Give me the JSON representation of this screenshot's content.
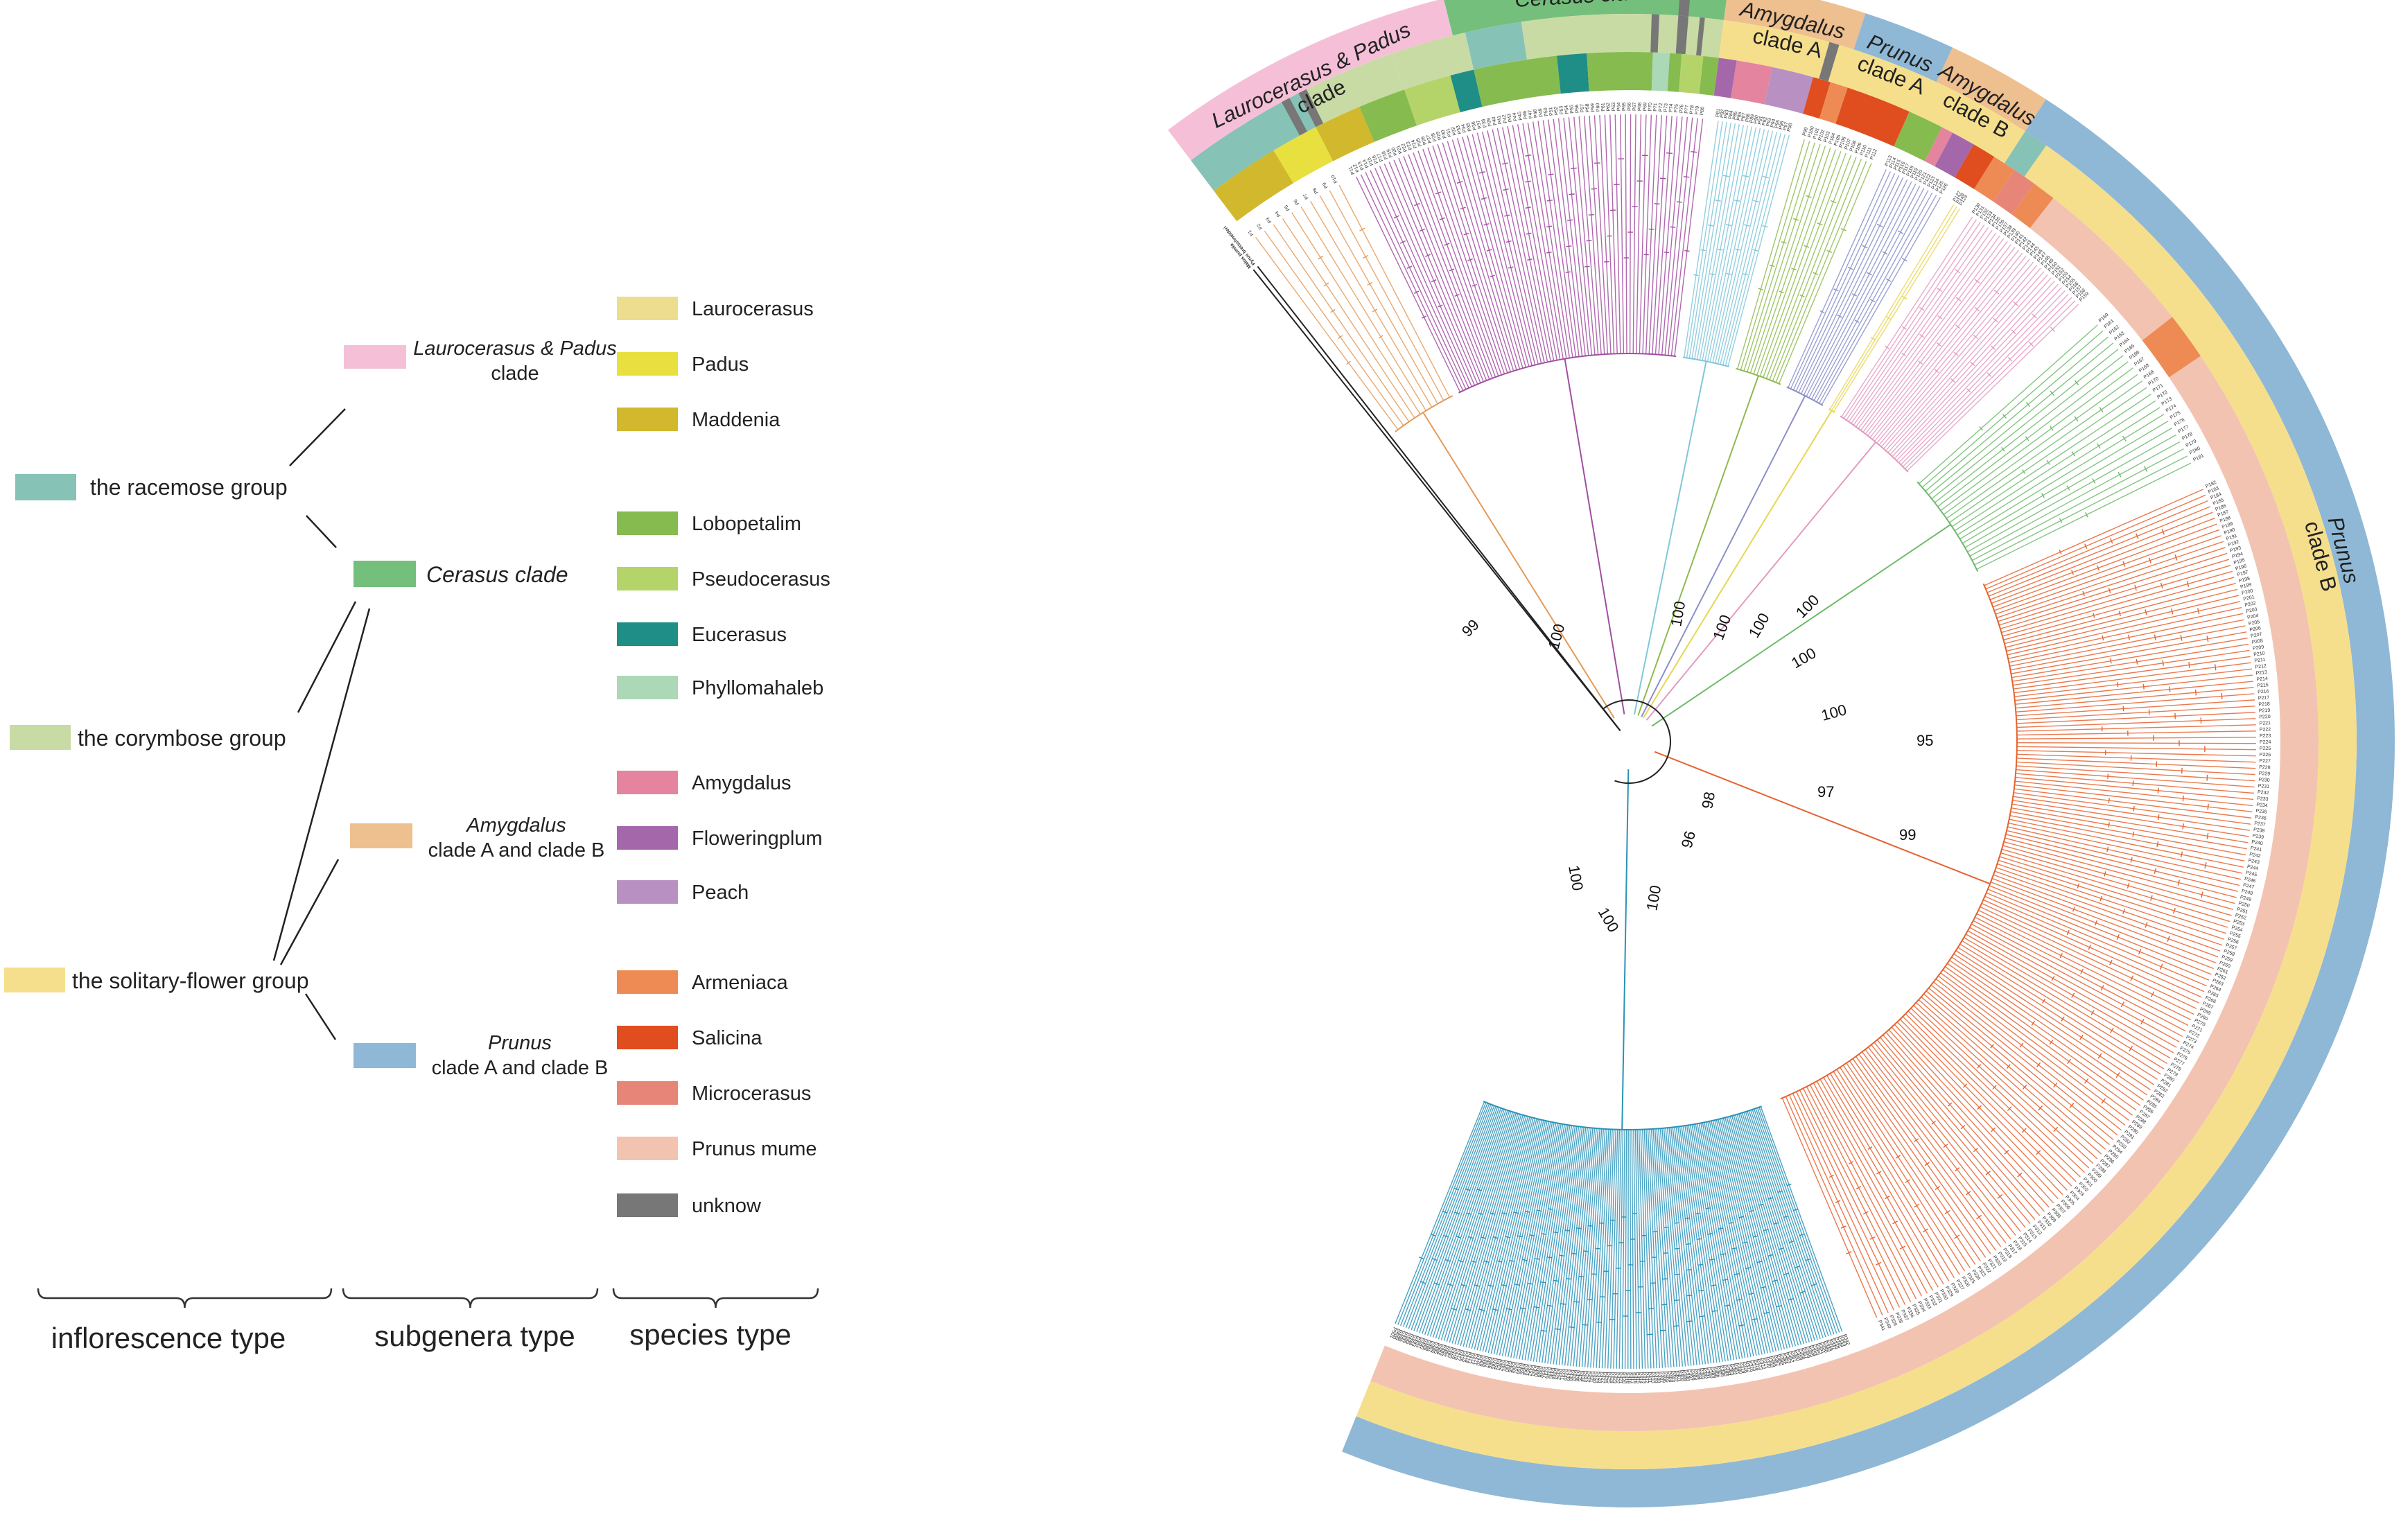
{
  "legend": {
    "inflorescence": [
      {
        "id": "racemose",
        "label": "the racemose group",
        "color": "#86c2b6"
      },
      {
        "id": "corymbose",
        "label": "the corymbose group",
        "color": "#c8dba5"
      },
      {
        "id": "solitary",
        "label": "the solitary-flower group",
        "color": "#f6df8c"
      }
    ],
    "subgenera": [
      {
        "id": "laurocerasus-padus",
        "name": "Laurocerasus & Padus",
        "suffix": "clade",
        "color": "#f5c0d7"
      },
      {
        "id": "cerasus",
        "name": "Cerasus clade",
        "suffix": "",
        "color": "#74bf7b"
      },
      {
        "id": "amygdalus",
        "name": "Amygdalus",
        "suffix": "clade A and clade B",
        "color": "#eebf8f"
      },
      {
        "id": "prunus",
        "name": "Prunus",
        "suffix": "clade A and clade B",
        "color": "#8fb8d6"
      }
    ],
    "species": [
      {
        "id": "laurocerasus",
        "label": "Laurocerasus",
        "color": "#ecdd8f"
      },
      {
        "id": "padus",
        "label": "Padus",
        "color": "#e8e03e"
      },
      {
        "id": "maddenia",
        "label": "Maddenia",
        "color": "#d2b82c"
      },
      {
        "id": "lobopetalim",
        "label": "Lobopetalim",
        "color": "#86bb4f"
      },
      {
        "id": "pseudocerasus",
        "label": "Pseudocerasus",
        "color": "#b4d46a"
      },
      {
        "id": "eucerasus",
        "label": "Eucerasus",
        "color": "#1f8e86"
      },
      {
        "id": "phyllomahaleb",
        "label": "Phyllomahaleb",
        "color": "#abd8b6"
      },
      {
        "id": "amygdalus-sp",
        "label": "Amygdalus",
        "color": "#e4849f"
      },
      {
        "id": "floweringplum",
        "label": "Floweringplum",
        "color": "#a468aa"
      },
      {
        "id": "peach",
        "label": "Peach",
        "color": "#b890c2"
      },
      {
        "id": "armeniaca",
        "label": "Armeniaca",
        "color": "#ee8b55"
      },
      {
        "id": "salicina",
        "label": "Salicina",
        "color": "#e04d1e"
      },
      {
        "id": "microcerasus",
        "label": "Microcerasus",
        "color": "#e78578"
      },
      {
        "id": "prunus-mume",
        "label": "Prunus mume",
        "color": "#f3c3b1"
      },
      {
        "id": "unknow",
        "label": "unknow",
        "color": "#777777"
      }
    ],
    "category_headings": {
      "inflorescence": "inflorescence type",
      "subgenera": "subgenera type",
      "species": "species type"
    }
  },
  "tree": {
    "outer_ring_labels": [
      {
        "id": "laurocerasus-padus",
        "text": "Laurocerasus & Padus",
        "italic_part": "Laurocerasus & Padus",
        "line2": "clade"
      },
      {
        "id": "cerasus",
        "text": "Cerasus clade"
      },
      {
        "id": "amygdalus-a",
        "text": "Amygdalus",
        "line2": "clade A"
      },
      {
        "id": "prunus-a",
        "text": "Prunus",
        "line2": "clade A"
      },
      {
        "id": "amygdalus-b",
        "text": "Amygdalus",
        "line2": "clade B"
      },
      {
        "id": "prunus-b",
        "text": "Prunus",
        "line2": "clade B"
      }
    ],
    "bootstrap_values": [
      "99",
      "100",
      "100",
      "100",
      "100",
      "100",
      "100",
      "100",
      "95",
      "97",
      "99",
      "100",
      "100",
      "100",
      "98",
      "96"
    ],
    "outgroup_labels": [
      "Malus pumila",
      "Pyrus bretschneideri"
    ],
    "branch_colors": {
      "outgroup": "#222222",
      "laurocerasus-padus": "#e49a57",
      "cerasus": "#a14ea0",
      "amygdalus-a": "#80c7d8",
      "prunus-a": "#8fbb4e",
      "amygdalus-b": "#8b8fc8",
      "yellow": "#e8d650",
      "pink": "#e39ac1",
      "green": "#6dbb6a",
      "prunus-b": "#e5622e",
      "blue": "#2a92b8"
    },
    "tip_prefix": "P"
  }
}
